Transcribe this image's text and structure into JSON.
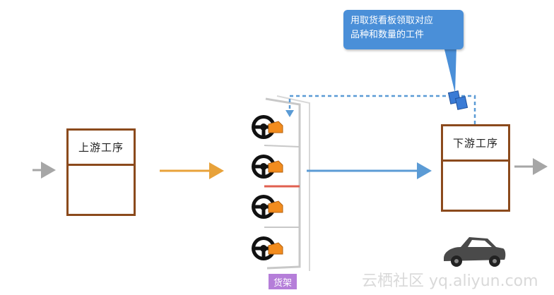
{
  "upstream_process": {
    "label": "上游工序"
  },
  "downstream_process": {
    "label": "下游工序"
  },
  "callout": {
    "line1": "用取货看板领取对应",
    "line2": "品种和数量的工件"
  },
  "shelf": {
    "label": "货架"
  },
  "watermark": {
    "text": "云栖社区 yq.aliyun.com"
  },
  "colors": {
    "box_border": "#8b4a1c",
    "orange_arrow": "#e8a23a",
    "blue_arrow": "#5b9bd5",
    "gray_arrow": "#a6a6a6",
    "callout_bg": "#4a8fd8",
    "shelf_label_bg": "#b57ed9",
    "kanban_card": "#f28c1e",
    "red_divider": "#e06050"
  },
  "icons": {
    "parts": "steering-wheel-icon",
    "kanban": "kanban-card-icon",
    "car": "car-icon"
  }
}
